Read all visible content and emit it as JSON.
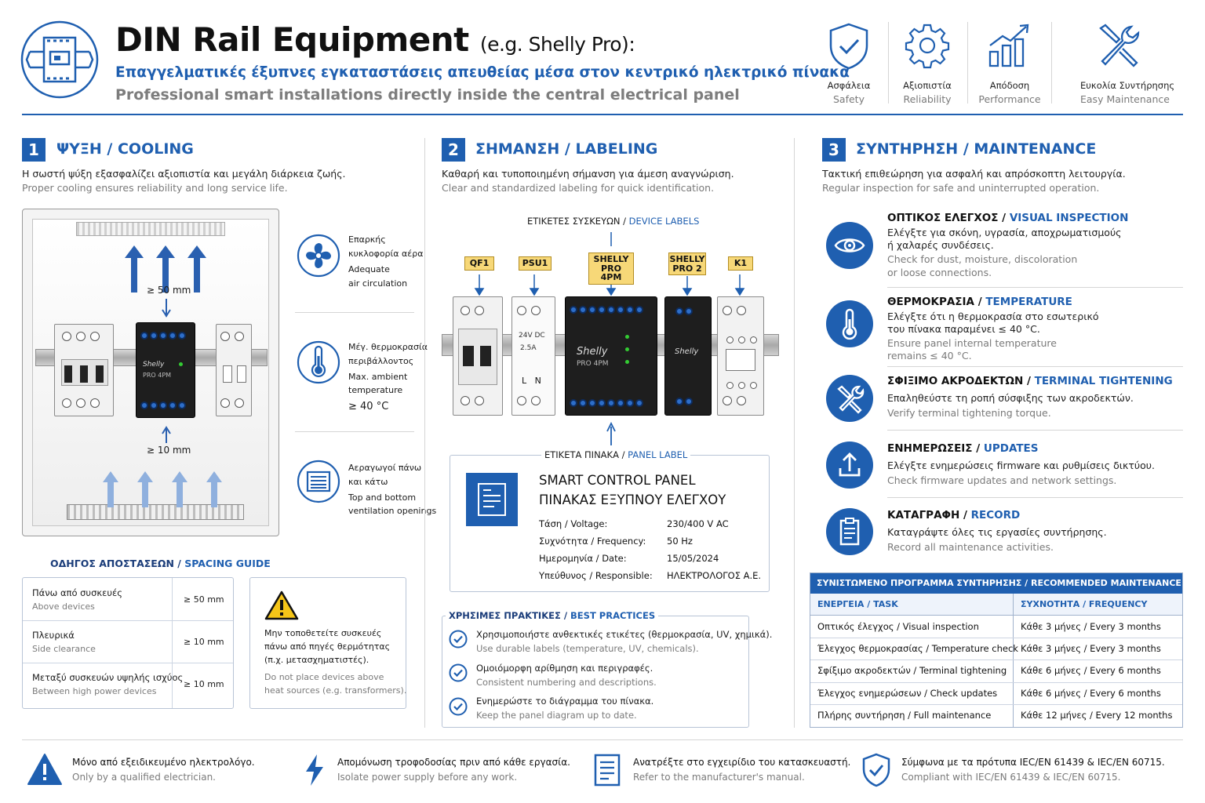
{
  "header": {
    "title": "DIN Rail Equipment",
    "title_suffix": "(e.g. Shelly Pro):",
    "subtitle_gr": "Επαγγελματικές έξυπνες εγκαταστάσεις απευθείας μέσα στον κεντρικό ηλεκτρικό πίνακα",
    "subtitle_en": "Professional smart installations directly inside the central electrical panel",
    "topics": [
      {
        "gr": "Ασφάλεια",
        "en": "Safety",
        "icon": "shield-check-icon"
      },
      {
        "gr": "Αξιοπιστία",
        "en": "Reliability",
        "icon": "gear-icon"
      },
      {
        "gr": "Απόδοση",
        "en": "Performance",
        "icon": "bar-chart-up-icon"
      },
      {
        "gr": "Ευκολία Συντήρησης",
        "en": "Easy Maintenance",
        "icon": "wrench-screwdriver-icon"
      }
    ]
  },
  "cooling": {
    "num": "1",
    "title": "ΨΥΞΗ / COOLING",
    "desc_gr": "Η σωστή ψύξη εξασφαλίζει αξιοπιστία και μεγάλη διάρκεια ζωής.",
    "desc_en": "Proper cooling ensures reliability and long service life.",
    "gap_top": "≥ 50 mm",
    "gap_bottom": "≥ 10 mm",
    "device_text_1": "Shelly",
    "device_text_2": "PRO 4PM",
    "tips": [
      {
        "gr1": "Επαρκής",
        "gr2": "κυκλοφορία αέρα",
        "en1": "Adequate",
        "en2": "air circulation",
        "icon": "fan-icon"
      },
      {
        "gr1": "Μέγ. θερμοκρασία",
        "gr2": "περιβάλλοντος",
        "en1": "Max. ambient",
        "en2": "temperature",
        "value": "≥ 40 °C",
        "icon": "thermometer-icon"
      },
      {
        "gr1": "Αεραγωγοί πάνω",
        "gr2": "και κάτω",
        "en1": "Top and bottom",
        "en2": "ventilation openings",
        "icon": "vent-icon"
      }
    ],
    "guide_title_gr": "ΟΔΗΓΟΣ ΑΠΟΣΤΑΣΕΩΝ",
    "guide_title_en": "SPACING GUIDE",
    "guide_rows": [
      {
        "gr": "Πάνω από συσκευές",
        "en": "Above devices",
        "value": "≥ 50 mm"
      },
      {
        "gr": "Πλευρικά",
        "en": "Side clearance",
        "value": "≥ 10 mm"
      },
      {
        "gr": "Μεταξύ συσκευών υψηλής ισχύος",
        "en": "Between high power devices",
        "value": "≥ 10 mm"
      }
    ],
    "warning": {
      "gr1": "Μην τοποθετείτε συσκευές",
      "gr2": "πάνω από πηγές θερμότητας",
      "gr3": "(π.χ. μετασχηματιστές).",
      "en1": "Do not place devices above",
      "en2": "heat sources (e.g. transformers)."
    }
  },
  "labeling": {
    "num": "2",
    "title": "ΣΗΜΑΝΣΗ / LABELING",
    "desc_gr": "Καθαρή και τυποποιημένη σήμανση για άμεση αναγνώριση.",
    "desc_en": "Clear and standardized labeling for quick identification.",
    "device_labels_gr": "ΕΤΙΚΕΤΕΣ ΣΥΣΚΕΥΩΝ",
    "device_labels_en": "DEVICE LABELS",
    "tags": [
      {
        "l1": "QF1",
        "l2": ""
      },
      {
        "l1": "PSU1",
        "l2": ""
      },
      {
        "l1": "SHELLY",
        "l2": "PRO 4PM"
      },
      {
        "l1": "SHELLY",
        "l2": "PRO 2"
      },
      {
        "l1": "K1",
        "l2": ""
      }
    ],
    "psu_text": [
      "24V DC",
      "2.5A",
      "L   N"
    ],
    "panel_label_gr": "ΕΤΙΚΕΤΑ ΠΙΝΑΚΑ",
    "panel_label_en": "PANEL LABEL",
    "card_title_en": "SMART CONTROL PANEL",
    "card_title_gr": "ΠΙΝΑΚΑΣ ΕΞΥΠΝΟΥ ΕΛΕΓΧΟΥ",
    "card_rows": [
      {
        "k": "Τάση / Voltage:",
        "v": "230/400 V AC"
      },
      {
        "k": "Συχνότητα / Frequency:",
        "v": "50 Hz"
      },
      {
        "k": "Ημερομηνία / Date:",
        "v": "15/05/2024"
      },
      {
        "k": "Υπεύθυνος / Responsible:",
        "v": "ΗΛΕΚΤΡΟΛΟΓΟΣ Α.Ε."
      }
    ],
    "bp_title_gr": "ΧΡΗΣΙΜΕΣ ΠΡΑΚΤΙΚΕΣ",
    "bp_title_en": "BEST PRACTICES",
    "best_practices": [
      {
        "gr": "Χρησιμοποιήστε ανθεκτικές ετικέτες (θερμοκρασία, UV, χημικά).",
        "en": "Use durable labels (temperature, UV, chemicals)."
      },
      {
        "gr": "Ομοιόμορφη αρίθμηση και περιγραφές.",
        "en": "Consistent numbering and descriptions."
      },
      {
        "gr": "Ενημερώστε το διάγραμμα του πίνακα.",
        "en": "Keep the panel diagram up to date."
      }
    ]
  },
  "maintenance": {
    "num": "3",
    "title": "ΣΥΝΤΗΡΗΣΗ / MAINTENANCE",
    "desc_gr": "Τακτική επιθεώρηση για ασφαλή και απρόσκοπτη λειτουργία.",
    "desc_en": "Regular inspection for safe and uninterrupted operation.",
    "items": [
      {
        "t_gr": "ΟΠΤΙΚΟΣ ΕΛΕΓΧΟΣ /",
        "t_en": "VISUAL INSPECTION",
        "gr1": "Ελέγξτε για σκόνη, υγρασία, αποχρωματισμούς",
        "gr2": "ή χαλαρές συνδέσεις.",
        "en1": "Check for dust, moisture, discoloration",
        "en2": "or loose connections.",
        "icon": "eye-icon"
      },
      {
        "t_gr": "ΘΕΡΜΟΚΡΑΣΙΑ /",
        "t_en": "TEMPERATURE",
        "gr1": "Ελέγξτε ότι η θερμοκρασία στο εσωτερικό",
        "gr2": "του πίνακα παραμένει ≤ 40 °C.",
        "en1": "Ensure panel internal temperature",
        "en2": "remains ≤ 40 °C.",
        "icon": "thermometer-icon"
      },
      {
        "t_gr": "ΣΦΙΞΙΜΟ ΑΚΡΟΔΕΚΤΩΝ /",
        "t_en": "TERMINAL TIGHTENING",
        "gr1": "Επαληθεύστε τη ροπή σύσφιξης των ακροδεκτών.",
        "gr2": "",
        "en1": "Verify terminal tightening torque.",
        "en2": "",
        "icon": "tools-icon"
      },
      {
        "t_gr": "ΕΝΗΜΕΡΩΣΕΙΣ /",
        "t_en": "UPDATES",
        "gr1": "Ελέγξτε ενημερώσεις firmware και ρυθμίσεις δικτύου.",
        "gr2": "",
        "en1": "Check firmware updates and network settings.",
        "en2": "",
        "icon": "upload-icon"
      },
      {
        "t_gr": "ΚΑΤΑΓΡΑΦΗ /",
        "t_en": "RECORD",
        "gr1": "Καταγράψτε όλες τις εργασίες συντήρησης.",
        "gr2": "",
        "en1": "Record all maintenance activities.",
        "en2": "",
        "icon": "clipboard-icon"
      }
    ],
    "schedule_title": "ΣΥΝΙΣΤΩΜΕΝΟ ΠΡΟΓΡΑΜΜΑ ΣΥΝΤΗΡΗΣΗΣ / RECOMMENDED MAINTENANCE SCHEDULE",
    "schedule_col1": "ΕΝΕΡΓΕΙΑ / TASK",
    "schedule_col2": "ΣΥΧΝΟΤΗΤΑ / FREQUENCY",
    "schedule": [
      {
        "task": "Οπτικός έλεγχος / Visual inspection",
        "freq": "Κάθε 3 μήνες / Every 3 months"
      },
      {
        "task": "Έλεγχος θερμοκρασίας / Temperature check",
        "freq": "Κάθε 3 μήνες / Every 3 months"
      },
      {
        "task": "Σφίξιμο ακροδεκτών / Terminal tightening",
        "freq": "Κάθε 6 μήνες / Every 6 months"
      },
      {
        "task": "Έλεγχος ενημερώσεων / Check updates",
        "freq": "Κάθε 6 μήνες / Every 6 months"
      },
      {
        "task": "Πλήρης συντήρηση / Full maintenance",
        "freq": "Κάθε 12 μήνες / Every 12 months"
      }
    ]
  },
  "footer": [
    {
      "gr": "Μόνο από εξειδικευμένο ηλεκτρολόγο.",
      "en": "Only by a qualified electrician.",
      "icon": "warning-icon"
    },
    {
      "gr": "Απομόνωση τροφοδοσίας πριν από κάθε εργασία.",
      "en": "Isolate power supply before any work.",
      "icon": "lightning-icon"
    },
    {
      "gr": "Ανατρέξτε στο εγχειρίδιο του κατασκευαστή.",
      "en": "Refer to the manufacturer's manual.",
      "icon": "document-icon"
    },
    {
      "gr": "Σύμφωνα με τα πρότυπα IEC/EN 61439 & IEC/EN 60715.",
      "en": "Compliant with IEC/EN 61439 & IEC/EN 60715.",
      "icon": "shield-check-icon"
    }
  ],
  "colors": {
    "accent": "#1f5fb0",
    "label_yellow": "#f7d878",
    "text_grey": "#7a7a7a"
  }
}
